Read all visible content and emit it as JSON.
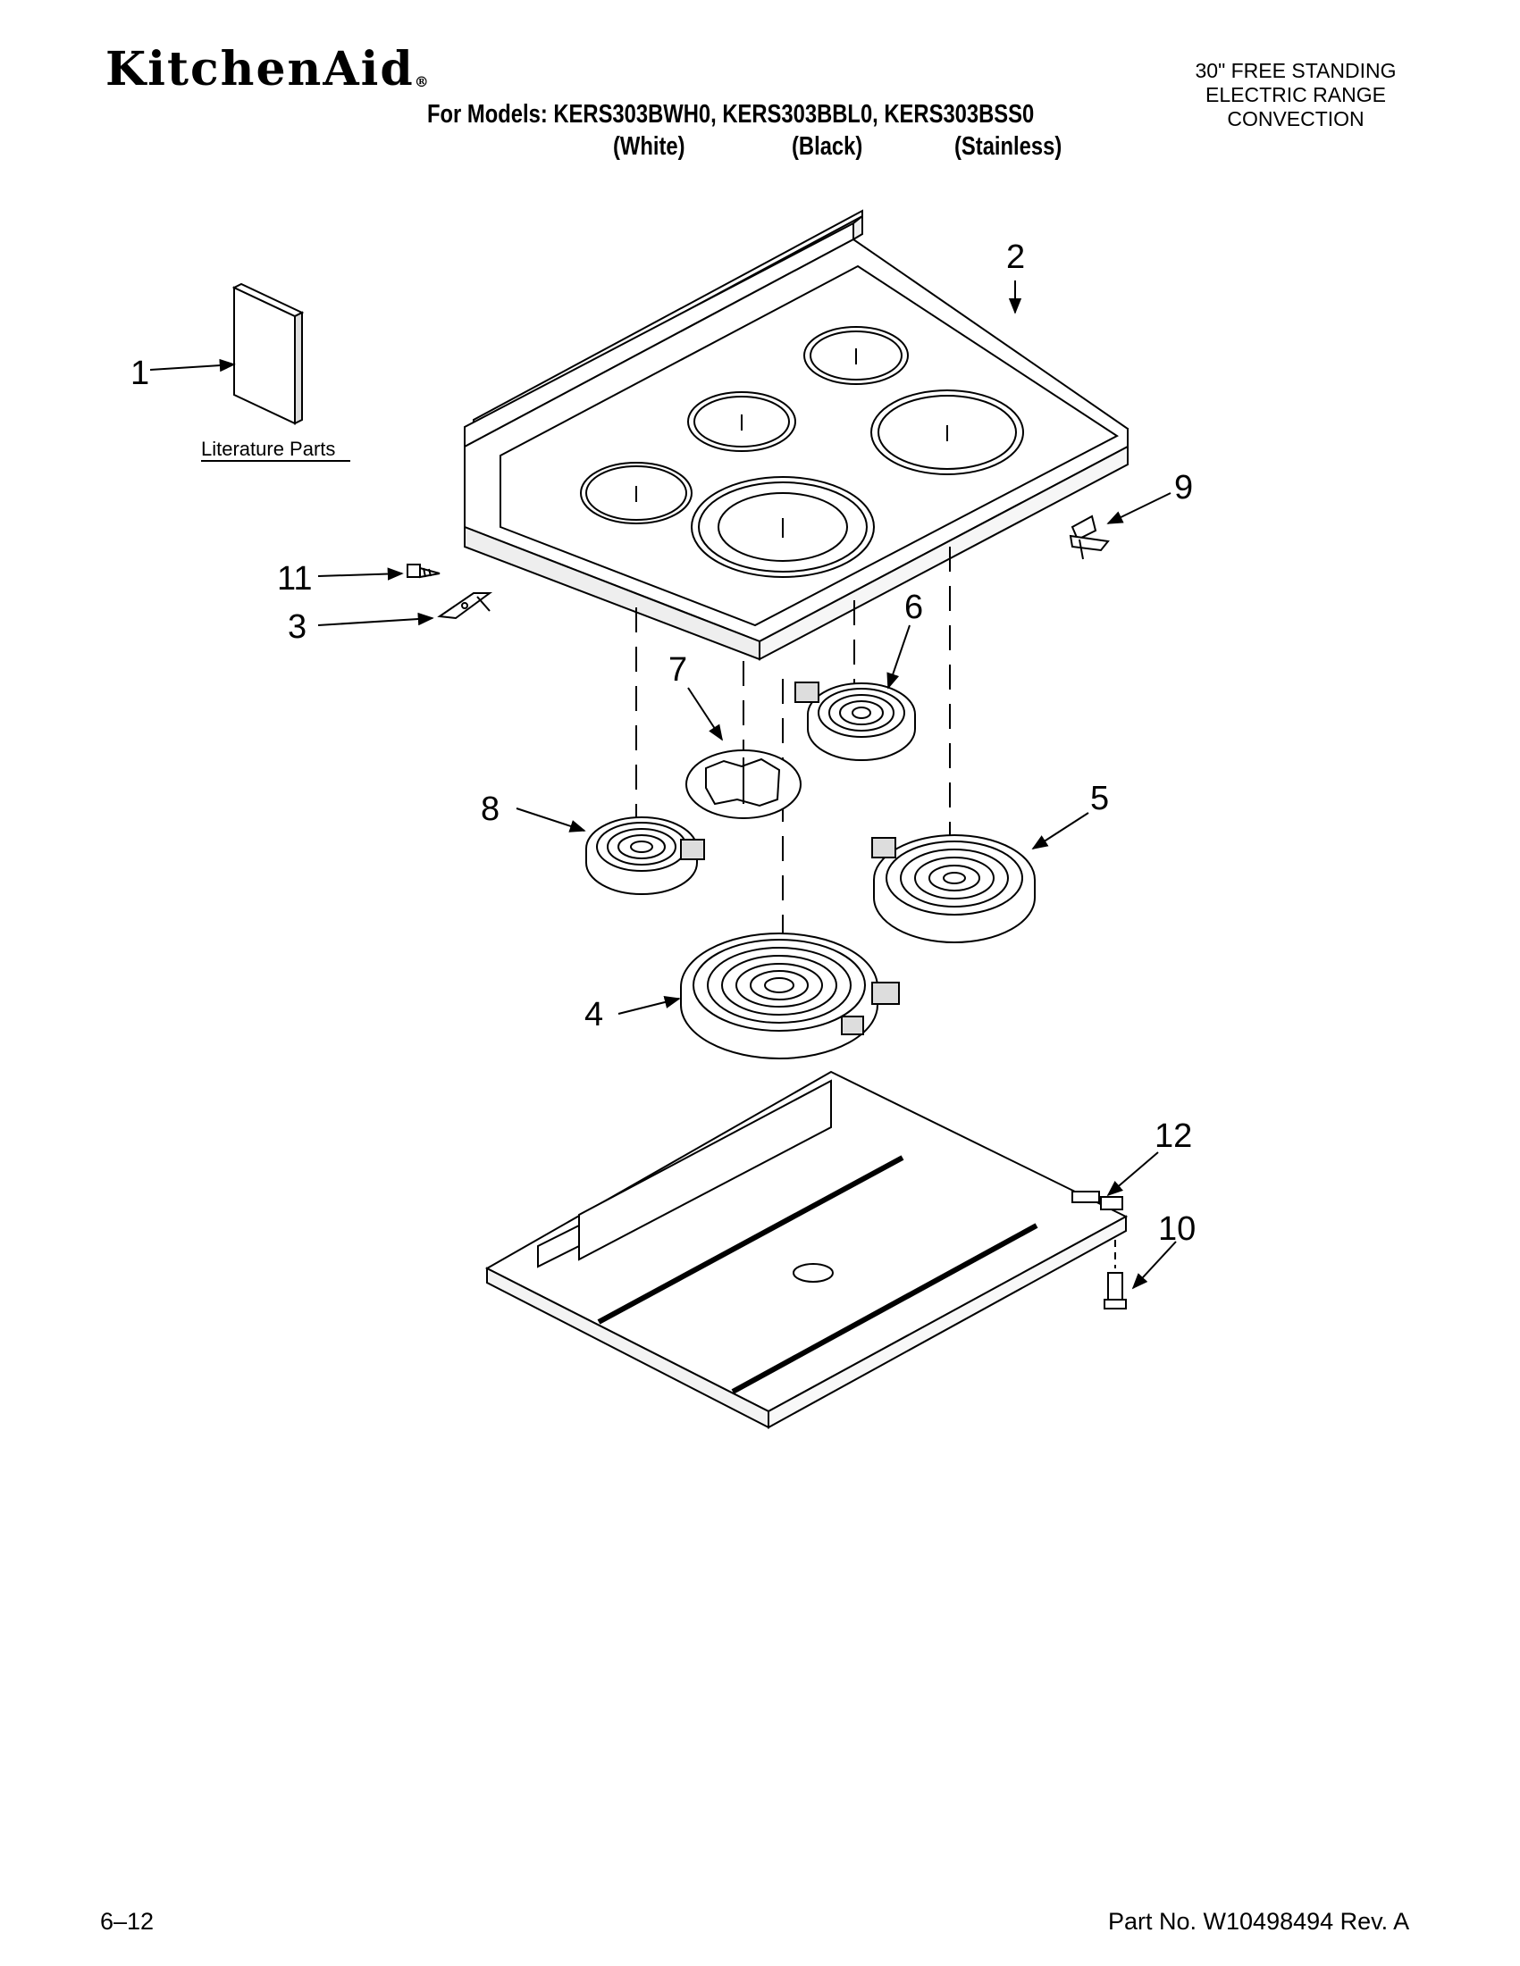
{
  "header": {
    "brand": "KitchenAid",
    "brand_mark": "®",
    "models_line": "For Models: KERS303BWH0, KERS303BBL0, KERS303BSS0",
    "colors": [
      "(White)",
      "(Black)",
      "(Stainless)"
    ],
    "product_desc": [
      "30\" FREE STANDING",
      "ELECTRIC RANGE",
      "CONVECTION"
    ]
  },
  "diagram": {
    "literature_label": "Literature Parts",
    "callouts": [
      "1",
      "2",
      "3",
      "4",
      "5",
      "6",
      "7",
      "8",
      "9",
      "10",
      "11",
      "12"
    ]
  },
  "footer": {
    "date_code": "6–12",
    "part_number": "Part No. W10498494 Rev. A"
  }
}
